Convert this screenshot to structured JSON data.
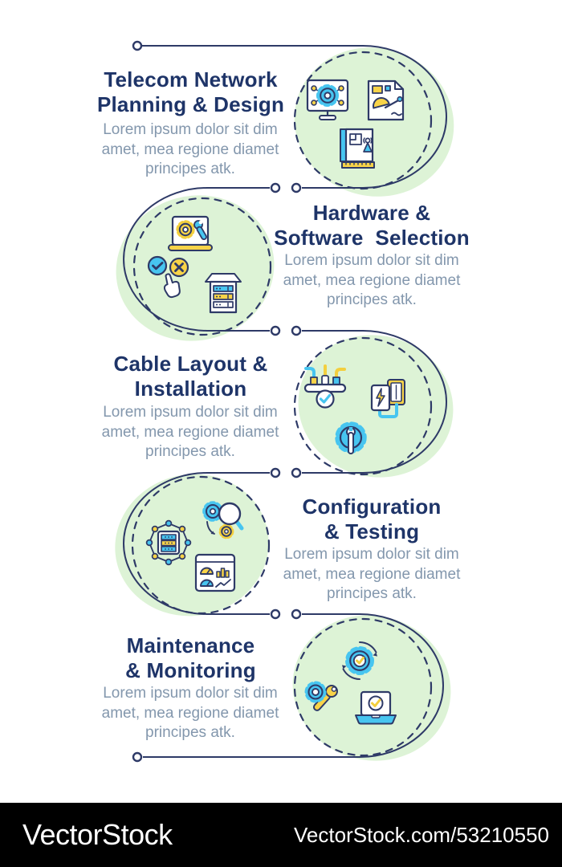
{
  "palette": {
    "title_navy": "#1e3468",
    "body_gray_blue": "#8397ad",
    "line_navy": "#2e3a67",
    "blob_green": "#ddf3d6",
    "icon_cyan": "#47c5f0",
    "icon_yellow": "#f8d348",
    "footer_bg": "#000000",
    "footer_text": "#ffffff"
  },
  "sections": [
    {
      "step": 1,
      "title_line1": "Telecom Network",
      "title_line2": "Planning & Design",
      "body": "Lorem ipsum dolor sit dim amet, mea regione diamet principes atk.",
      "icon_names": [
        "monitor-gear-icon",
        "design-document-icon",
        "blueprint-ruler-icon"
      ]
    },
    {
      "step": 2,
      "title_line1": "Hardware &",
      "title_line2": "Software  Selection",
      "body": "Lorem ipsum dolor sit dim amet, mea regione diamet principes atk.",
      "icon_names": [
        "laptop-settings-icon",
        "approve-reject-cursor-icon",
        "server-rack-icon"
      ]
    },
    {
      "step": 3,
      "title_line1": "Cable Layout &",
      "title_line2": "Installation",
      "body": "Lorem ipsum dolor sit dim amet, mea regione diamet principes atk.",
      "icon_names": [
        "cable-connectors-icon",
        "power-adapter-icon",
        "gear-wrench-icon"
      ]
    },
    {
      "step": 4,
      "title_line1": "Configuration",
      "title_line2": "& Testing",
      "body": "Lorem ipsum dolor sit dim amet, mea regione diamet principes atk.",
      "icon_names": [
        "network-servers-icon",
        "gears-magnifier-icon",
        "dashboard-icon"
      ]
    },
    {
      "step": 5,
      "title_line1": "Maintenance",
      "title_line2": "& Monitoring",
      "body": "Lorem ipsum dolor sit dim amet, mea regione diamet principes atk.",
      "icon_names": [
        "gear-check-sync-icon",
        "gear-spanner-icon",
        "laptop-check-icon"
      ]
    }
  ],
  "footer": {
    "logo": "VectorStock",
    "credit": "VectorStock.com/53210550"
  }
}
